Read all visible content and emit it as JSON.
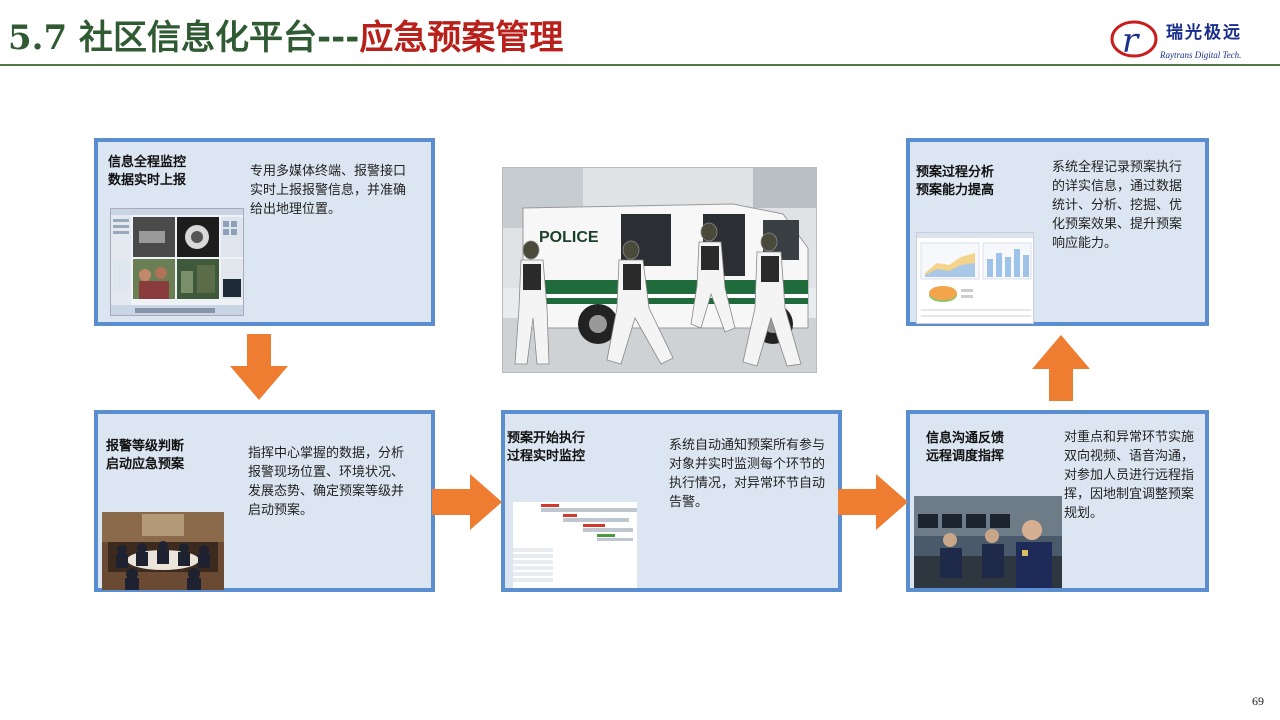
{
  "header": {
    "section_number": "5.7",
    "title_part1": "社区信息化平台---",
    "title_part2": "应急预案管理"
  },
  "logo": {
    "name_cn": "瑞光极远",
    "name_en": "Raytrans Digital Tech.",
    "mark": "r"
  },
  "police_photo": {
    "van_label": "POLICE"
  },
  "boxes": {
    "monitor": {
      "heading_line1": "信息全程监控",
      "heading_line2": "数据实时上报",
      "text": "专用多媒体终端、报警接口实时上报报警信息，并准确给出地理位置。"
    },
    "analysis": {
      "heading_line1": "预案过程分析",
      "heading_line2": "预案能力提高",
      "text": "系统全程记录预案执行的详实信息，通过数据统计、分析、挖掘、优化预案效果、提升预案响应能力。"
    },
    "alarm": {
      "heading_line1": "报警等级判断",
      "heading_line2": "启动应急预案",
      "text": "指挥中心掌握的数据，分析报警现场位置、环境状况、发展态势、确定预案等级并启动预案。"
    },
    "execute": {
      "heading_line1": "预案开始执行",
      "heading_line2": "过程实时监控",
      "text": "系统自动通知预案所有参与对象并实时监测每个环节的执行情况，对异常环节自动告警。"
    },
    "feedback": {
      "heading_line1": "信息沟通反馈",
      "heading_line2": "远程调度指挥",
      "text": "对重点和异常环节实施双向视频、语音沟通，对参加人员进行远程指挥，因地制宜调整预案规划。"
    }
  },
  "colors": {
    "box_border": "#5b8ed0",
    "box_fill": "#dce6f2",
    "arrow": "#ef7d31",
    "title_green": "#2f5a32",
    "title_red": "#b8211b"
  },
  "page_number": "69"
}
